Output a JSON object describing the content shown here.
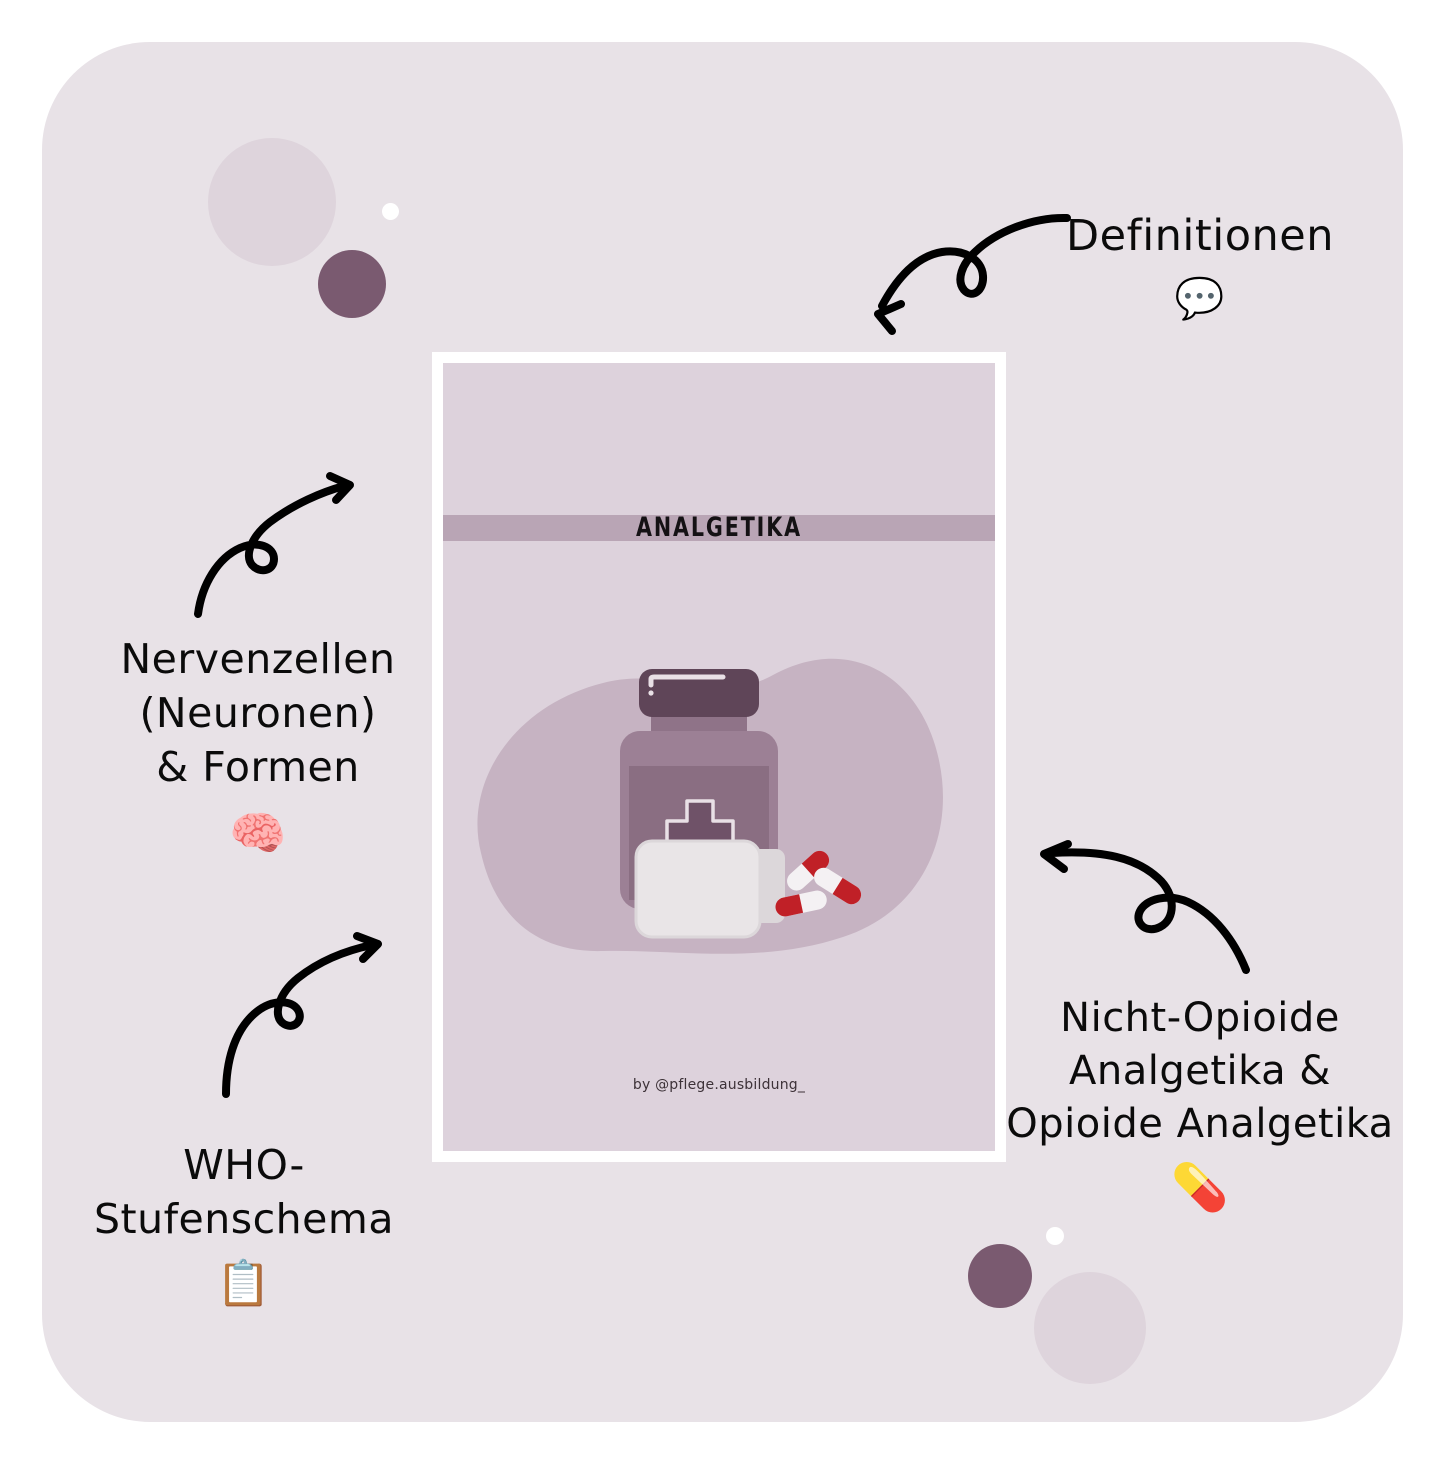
{
  "page": {
    "background_color": "#e8e2e7",
    "canvas_color": "#ffffff"
  },
  "colors": {
    "page_bg": "#e8e2e7",
    "poster_bg": "#ddd2dc",
    "band": "#b9a5b5",
    "dark_purple": "#7a5a70",
    "light_purple": "#ded4dc",
    "blob": "#c6b3c2",
    "bottle_dark": "#5f4558",
    "bottle_body": "#9c8095",
    "bottle_label": "#8e7287",
    "white_jar": "#e9e5e7",
    "pill_red": "#c02027",
    "pill_white": "#f4f1f3",
    "ink": "#0b0b0b"
  },
  "poster": {
    "title": "ANALGETIKA",
    "footer": "by @pflege.ausbildung_",
    "artwork_name": "medicine-bottle-with-pills-illustration"
  },
  "notes": [
    {
      "id": "definitionen",
      "text": "Definitionen",
      "emoji": "💬",
      "emoji_name": "speech-balloon-emoji",
      "arrow_name": "curly-arrow-down-left"
    },
    {
      "id": "nervenzellen",
      "line1": "Nervenzellen",
      "line2": "(Neuronen)",
      "line3": "& Formen",
      "emoji": "🧠",
      "emoji_name": "brain-emoji",
      "arrow_name": "curly-arrow-up-right"
    },
    {
      "id": "who",
      "line1": "WHO-",
      "line2": "Stufenschema",
      "emoji": "📋",
      "emoji_name": "clipboard-emoji",
      "arrow_name": "curly-arrow-up-right"
    },
    {
      "id": "opioide",
      "line1": "Nicht-Opioide",
      "line2": "Analgetika &",
      "line3": "Opioide Analgetika",
      "emoji": "💊",
      "emoji_name": "pill-emoji",
      "arrow_name": "curly-arrow-up-left"
    }
  ],
  "decorations": {
    "top_left_large_circle": "light-purple",
    "top_left_small_circle": "dark-purple",
    "top_left_dot": "white",
    "bottom_right_small_circle": "dark-purple",
    "bottom_right_dot": "white",
    "bottom_right_large_circle": "light-purple"
  }
}
